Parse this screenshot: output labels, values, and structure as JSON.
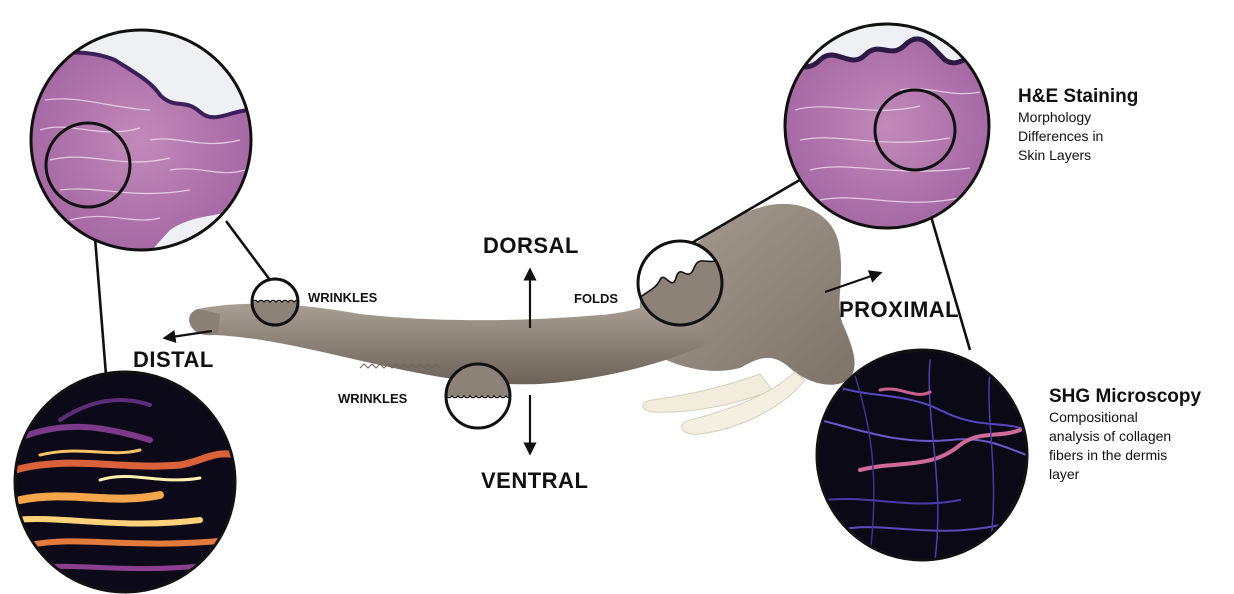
{
  "directions": {
    "dorsal": "DORSAL",
    "ventral": "VENTRAL",
    "distal": "DISTAL",
    "proximal": "PROXIMAL"
  },
  "callouts": {
    "wrinkles_dorsal": "WRINKLES",
    "wrinkles_ventral": "WRINKLES",
    "folds": "FOLDS"
  },
  "methods": {
    "he": {
      "title": "H&E Staining",
      "lines": [
        "Morphology",
        "Differences in",
        "Skin Layers"
      ]
    },
    "shg": {
      "title": "SHG Microscopy",
      "lines": [
        "Compositional",
        "analysis of collagen",
        "fibers in the dermis",
        "layer"
      ]
    }
  },
  "colors": {
    "trunk": "#8e8378",
    "tusk": "#f1ecdc",
    "he_stain": "#9a4f9a",
    "shg_dark": "#0c0a18",
    "shg_fiber_hot": "#f4a64a",
    "shg_fiber_cool": "#6a57c9"
  }
}
